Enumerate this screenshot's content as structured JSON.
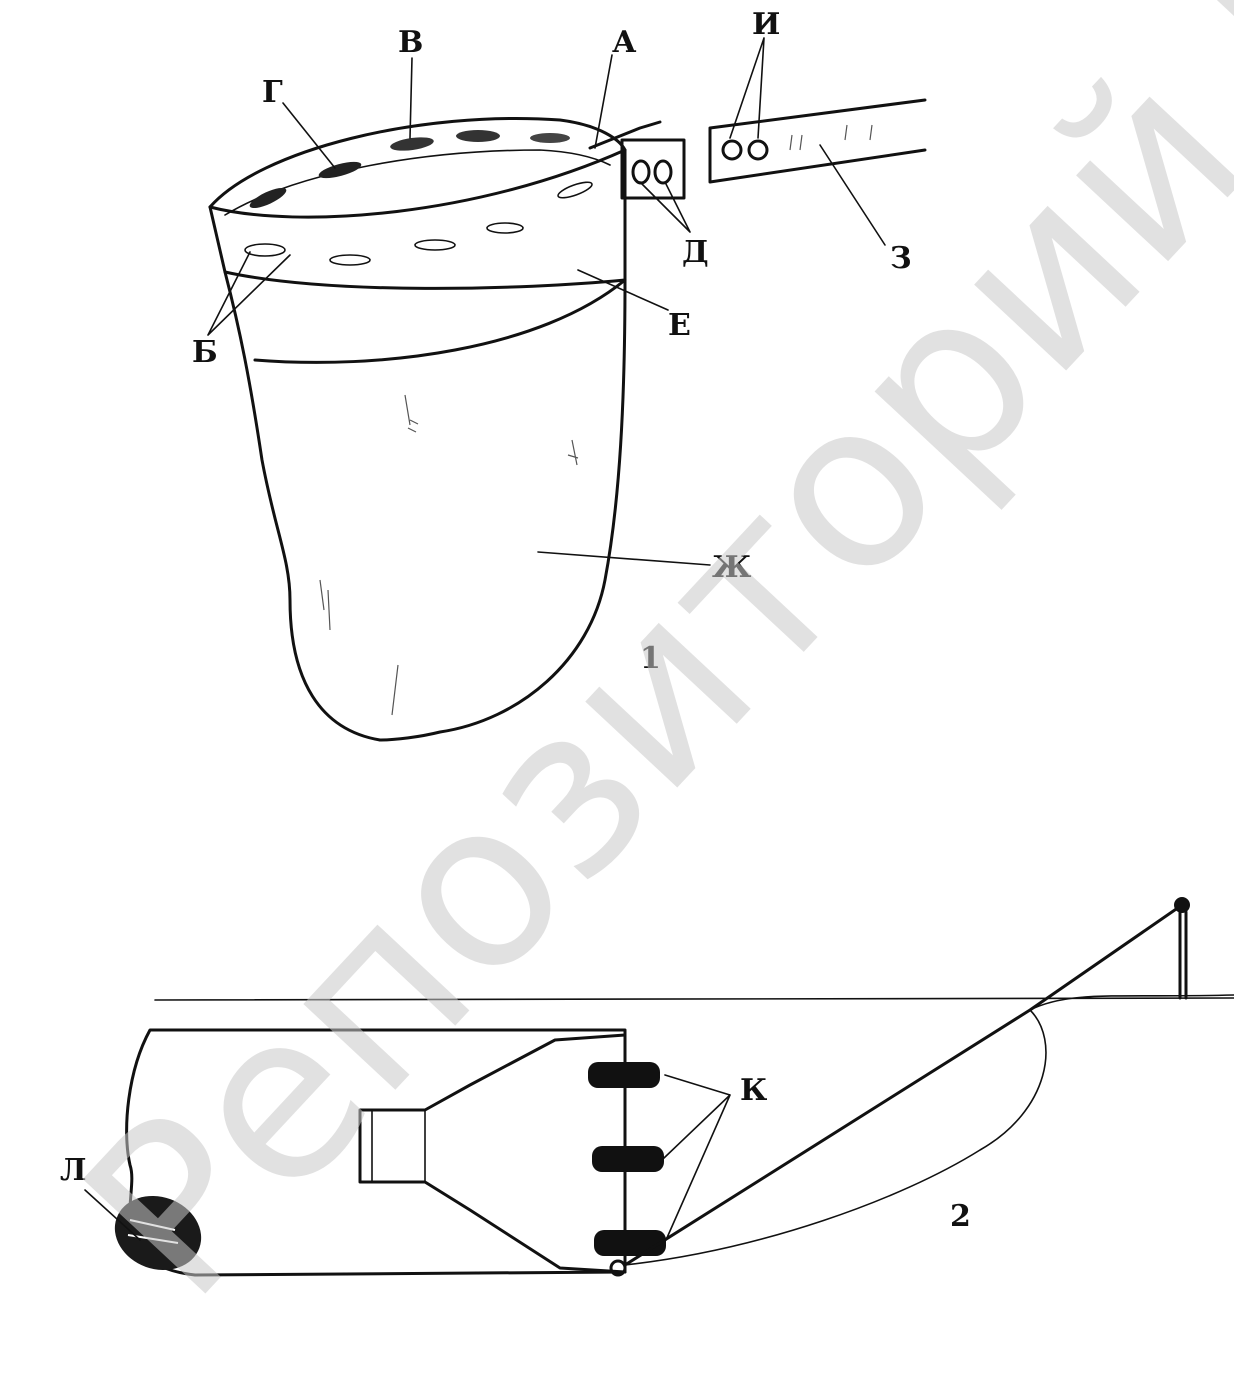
{
  "figure1": {
    "number": "1",
    "labels": {
      "a": "А",
      "b": "Б",
      "v": "В",
      "g": "Г",
      "d": "Д",
      "e": "Е",
      "zh": "Ж",
      "z": "З",
      "i": "И"
    }
  },
  "figure2": {
    "number": "2",
    "labels": {
      "k": "К",
      "l": "Л"
    }
  },
  "watermark": {
    "text": "Репозиторий БарГУ",
    "color": "#c8c8c8"
  }
}
